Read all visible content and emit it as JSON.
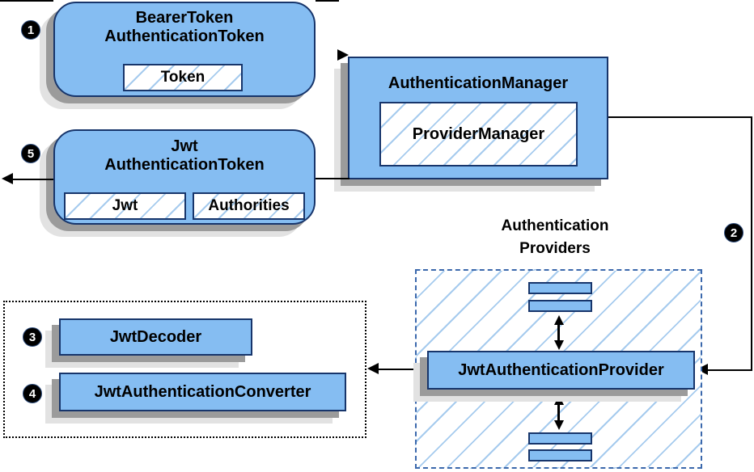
{
  "bearer_box": {
    "title_line1": "BearerToken",
    "title_line2": "AuthenticationToken",
    "chip": "Token"
  },
  "manager_box": {
    "title": "AuthenticationManager",
    "chip": "ProviderManager"
  },
  "jwt_box": {
    "title_line1": "Jwt",
    "title_line2": "AuthenticationToken",
    "chip_jwt": "Jwt",
    "chip_authorities": "Authorities"
  },
  "providers": {
    "label_line1": "Authentication",
    "label_line2": "Providers",
    "provider_box": "JwtAuthenticationProvider"
  },
  "decoder_box": {
    "title": "JwtDecoder"
  },
  "converter_box": {
    "title": "JwtAuthenticationConverter"
  },
  "badges": {
    "step1": "1",
    "step2": "2",
    "step3": "3",
    "step4": "4",
    "step5": "5"
  },
  "colors": {
    "box_fill": "#85bdf2",
    "box_border": "#17356b",
    "hatch_line": "#a6cbee",
    "providers_dash_border": "#3b68ac",
    "dotted_box_border": "#000000",
    "connector": "#000000",
    "badge_bg": "#000000",
    "badge_text": "#ffffff",
    "shadow_dark": "#9b9b9b",
    "shadow_light": "#e2e2e2"
  }
}
